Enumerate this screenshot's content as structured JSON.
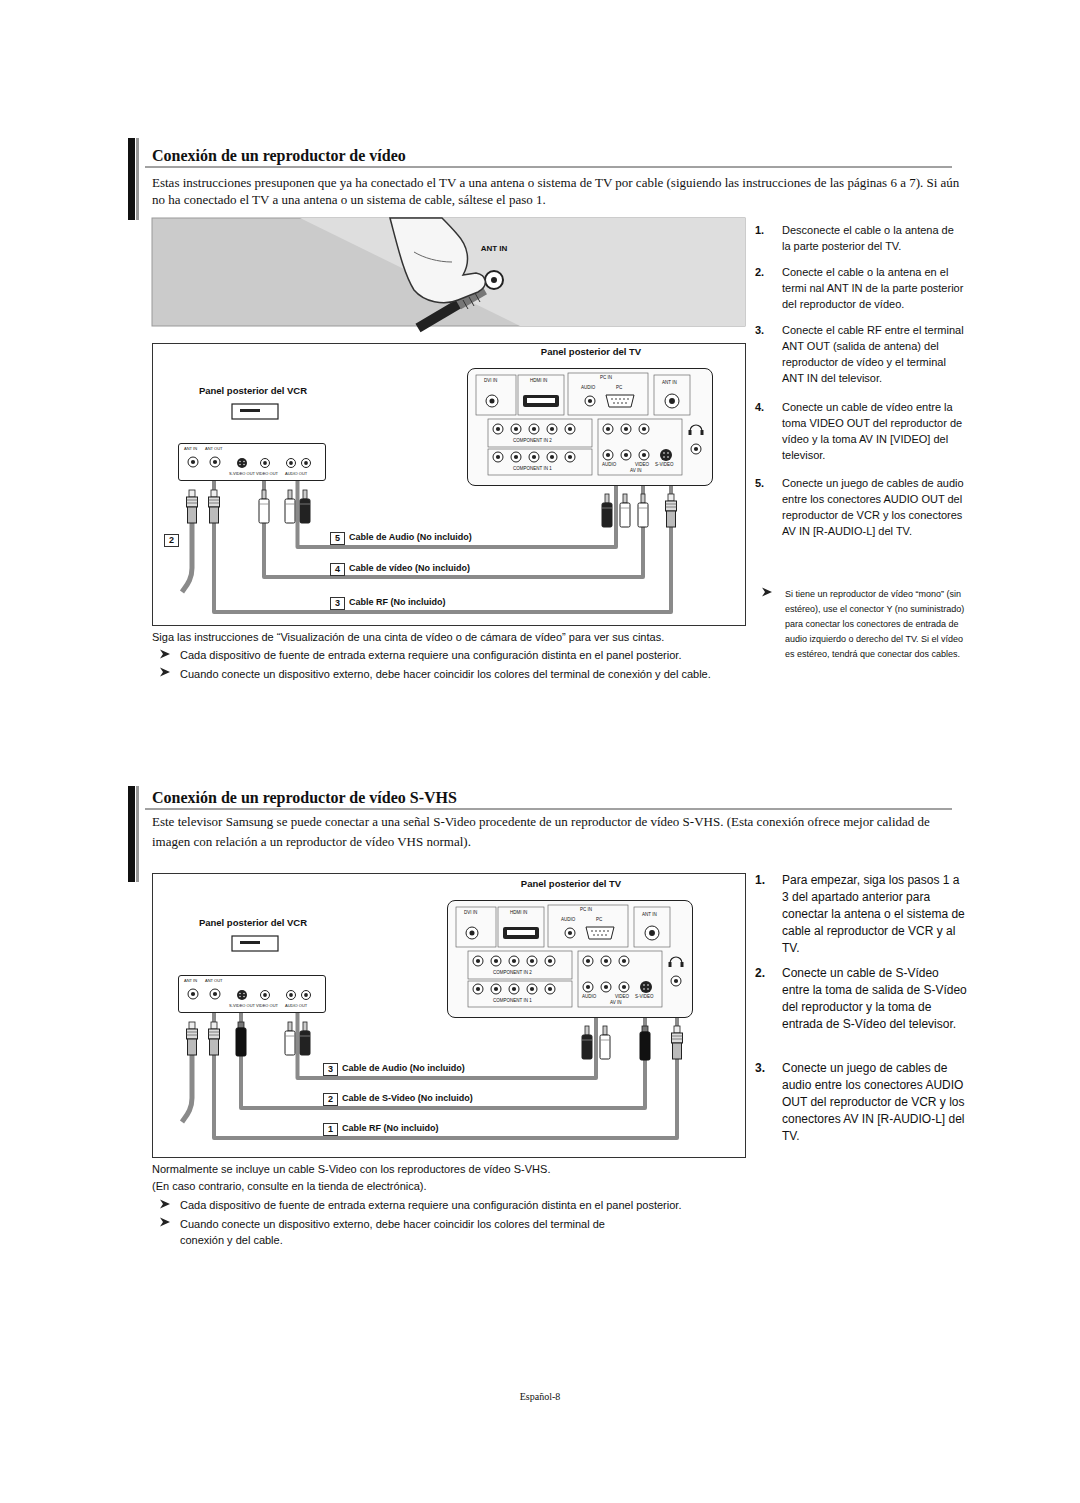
{
  "diagram": {
    "nodes": [
      {
        "text": [
          "Panel posterior del VCR",
          "ANT IN",
          "ANT OUT",
          "S-VIDEO OUT",
          "VIDEO OUT",
          "AUDIO OUT"
        ]
      },
      {
        "text": [
          "Panel posterior del TV",
          "DVI IN",
          "HDMI IN",
          "PC IN",
          "AUDIO",
          "PC",
          "ANT IN",
          "COMPONENT IN 2",
          "COMPONENT IN 1",
          "AUDIO",
          "VIDEO",
          "S-VIDEO",
          "AV IN"
        ]
      },
      {
        "text": [
          "Panel posterior del VCR",
          "ANT IN",
          "ANT OUT",
          "S-VIDEO OUT",
          "VIDEO OUT",
          "AUDIO OUT"
        ]
      },
      {
        "text": [
          "Panel posterior del TV",
          "DVI IN",
          "HDMI IN",
          "PC IN",
          "AUDIO",
          "PC",
          "ANT IN",
          "COMPONENT IN 2",
          "COMPONENT IN 1",
          "AUDIO",
          "VIDEO",
          "S-VIDEO",
          "AV IN"
        ]
      }
    ],
    "edges": [
      {
        "from": 0,
        "to": 1,
        "arrow": "none",
        "label": "Cable de Audio (No incluido)"
      },
      {
        "from": 0,
        "to": 1,
        "arrow": "none",
        "label": "Cable de vídeo (No incluido)"
      },
      {
        "from": 0,
        "to": 1,
        "arrow": "none",
        "label": "Cable RF (No incluido)"
      },
      {
        "from": 2,
        "to": 3,
        "arrow": "none",
        "label": "Cable de Audio (No incluido)"
      },
      {
        "from": 2,
        "to": 3,
        "arrow": "none",
        "label": "Cable de S-Video (No incluido)"
      },
      {
        "from": 2,
        "to": 3,
        "arrow": "none",
        "label": "Cable RF (No incluido)"
      }
    ],
    "labels": [
      "Conexión de un reproductor de vídeo",
      "Estas instrucciones presuponen que ya ha conectado el TV a una antena o sistema de TV por cable (siguiendo las instrucciones de las páginas 6 a 7). Si aún no ha conectado el TV a una antena o un sistema de cable, sáltese el paso 1.",
      "ANT IN",
      "1.",
      "Desconecte el cable o la antena de la parte posterior del TV.",
      "2.",
      "Conecte el cable o la antena en el termi nal ANT IN de la parte posterior del reproductor de vídeo.",
      "3.",
      "Conecte el cable RF entre el terminal ANT OUT (salida de antena) del reproductor de vídeo y el terminal ANT IN del televisor.",
      "4.",
      "Conecte un cable de vídeo entre la toma VIDEO OUT del reproductor de vídeo y la toma AV IN [VIDEO] del televisor.",
      "5.",
      "Conecte un juego de cables de audio entre los conectores AUDIO OUT del reproductor de VCR y los conectores AV IN [R-AUDIO-L] del TV.",
      "Si tiene un reproductor de vídeo “mono” (sin estéreo), use el conector Y (no suministrado) para conectar los conectores de entrada de audio izquierdo o derecho del TV. Si el vídeo es estéreo, tendrá que conectar dos cables.",
      "2",
      "5",
      "4",
      "3",
      "Siga las instrucciones de “Visualización de una cinta de vídeo o de cámara de vídeo” para ver sus cintas.",
      "Cada dispositivo de fuente de entrada externa requiere una configuración distinta en el panel posterior.",
      "Cuando conecte un dispositivo externo, debe hacer coincidir los colores del terminal de conexión y del cable.",
      "Conexión de un reproductor de vídeo S-VHS",
      "Este televisor Samsung se puede conectar a una señal S-Video procedente de un reproductor de vídeo S-VHS. (Esta conexión ofrece mejor calidad de imagen con relación a un reproductor de vídeo VHS normal).",
      "1.",
      "Para empezar, siga los pasos 1 a 3 del apartado anterior para conectar la antena o el sistema de cable al reproductor de VCR y al TV.",
      "2.",
      "Conecte un cable de S-Vídeo entre la toma de salida de S-Vídeo del reproductor y la toma de entrada de S-Vídeo del televisor.",
      "3.",
      "Conecte un juego de cables de audio entre los conectores AUDIO OUT del reproductor de VCR y los conectores AV IN [R-AUDIO-L] del TV.",
      "3",
      "2",
      "1",
      "Normalmente se incluye un cable S-Video con los reproductores de vídeo S-VHS. (En caso contrario, consulte en la tienda de electrónica).",
      "Cada dispositivo de fuente de entrada externa requiere una configuración distinta en el panel posterior.",
      "Cuando conecte un dispositivo externo, debe hacer coincidir los colores del terminal de conexión y del cable.",
      "Español-8"
    ]
  }
}
